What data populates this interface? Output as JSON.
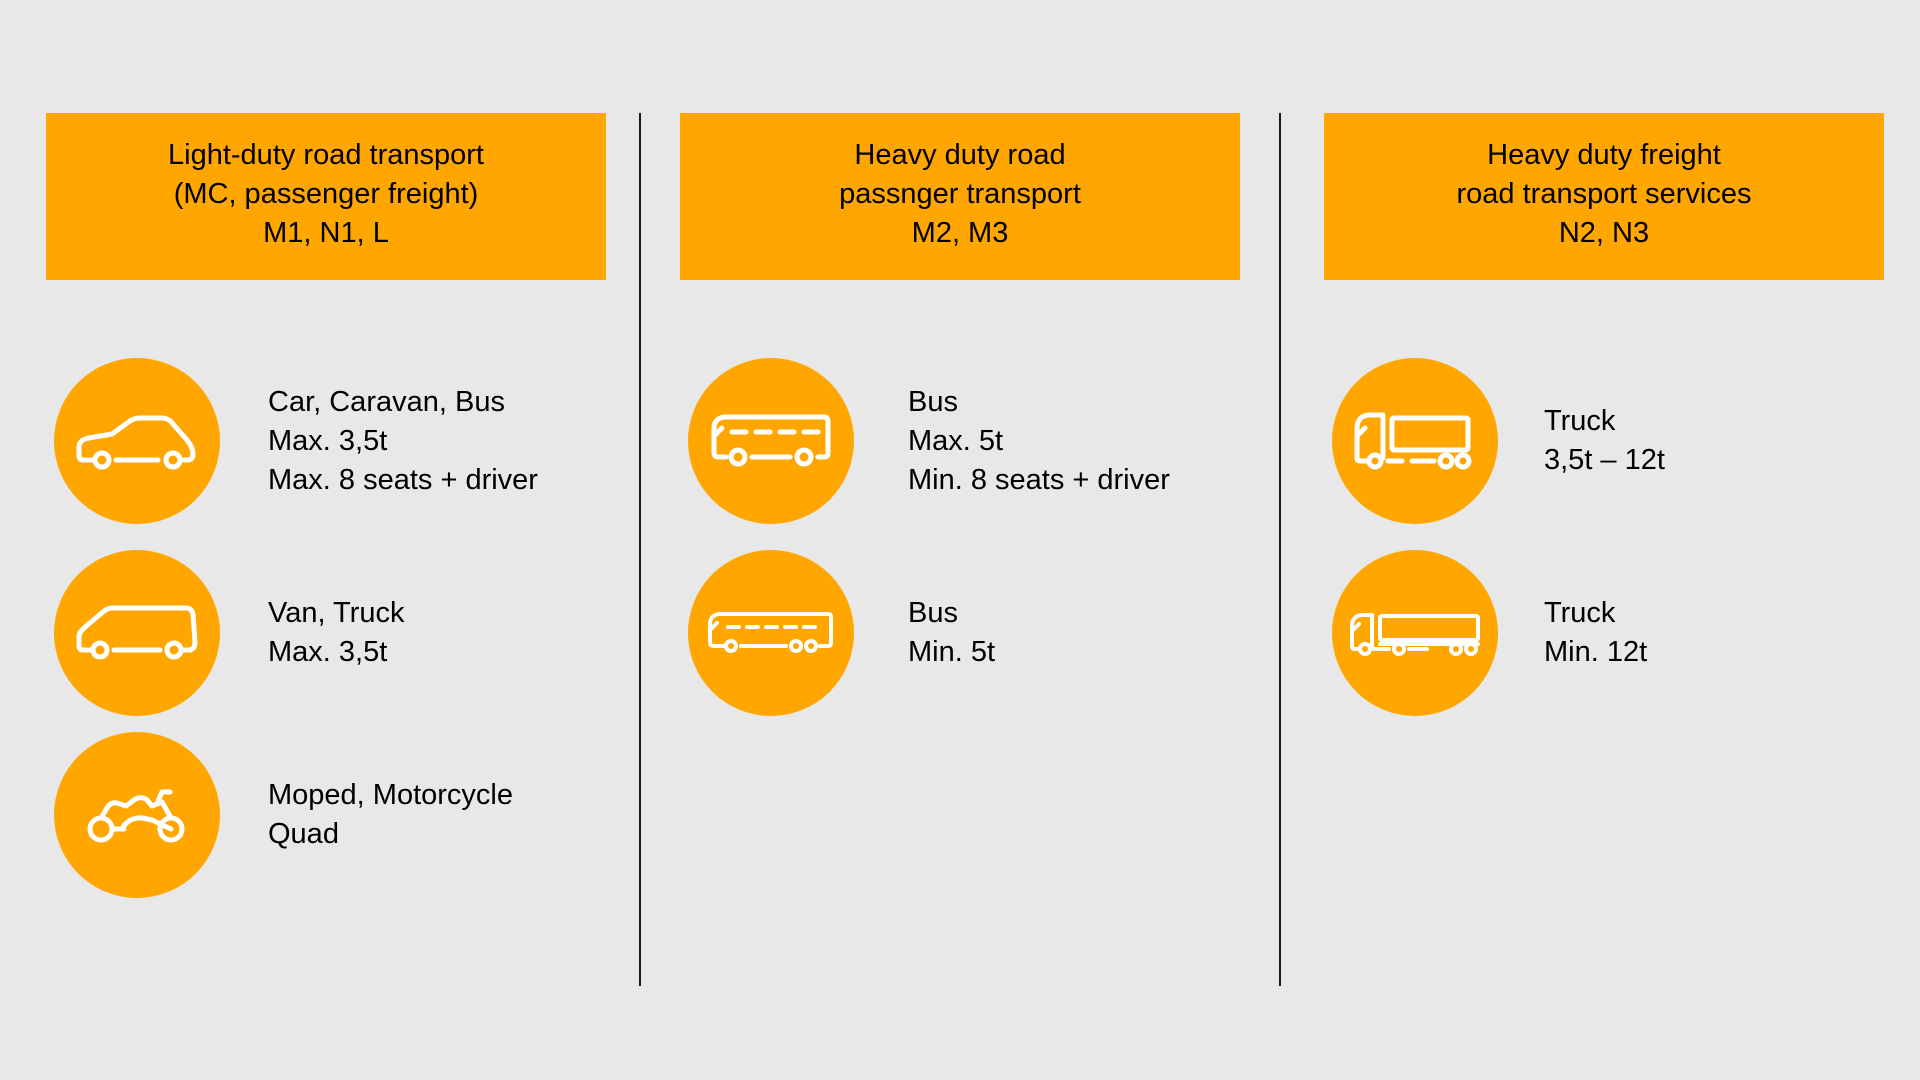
{
  "columns": [
    {
      "header": [
        "Light-duty road transport",
        "(MC, passenger freight)",
        "M1, N1, L"
      ],
      "items": [
        {
          "icon": "car-icon",
          "lines": [
            "Car, Caravan, Bus",
            "Max. 3,5t",
            "Max. 8 seats + driver"
          ]
        },
        {
          "icon": "van-icon",
          "lines": [
            "Van, Truck",
            "Max. 3,5t"
          ]
        },
        {
          "icon": "motorcycle-icon",
          "lines": [
            "Moped, Motorcycle",
            "Quad"
          ]
        }
      ]
    },
    {
      "header": [
        "Heavy duty road",
        "passnger transport",
        "M2, M3"
      ],
      "items": [
        {
          "icon": "bus-icon",
          "lines": [
            "Bus",
            "Max. 5t",
            "Min. 8 seats + driver"
          ]
        },
        {
          "icon": "coach-icon",
          "lines": [
            "Bus",
            "Min. 5t"
          ]
        }
      ]
    },
    {
      "header": [
        "Heavy duty freight",
        "road transport services",
        "N2, N3"
      ],
      "items": [
        {
          "icon": "truck-icon",
          "lines": [
            "Truck",
            "3,5t – 12t"
          ]
        },
        {
          "icon": "truck-trailer-icon",
          "lines": [
            "Truck",
            "Min. 12t"
          ]
        }
      ]
    }
  ],
  "colors": {
    "accent": "#ffa600",
    "background": "#e8e8e8",
    "divider": "#1a1a1a",
    "icon_stroke": "#ffffff"
  }
}
